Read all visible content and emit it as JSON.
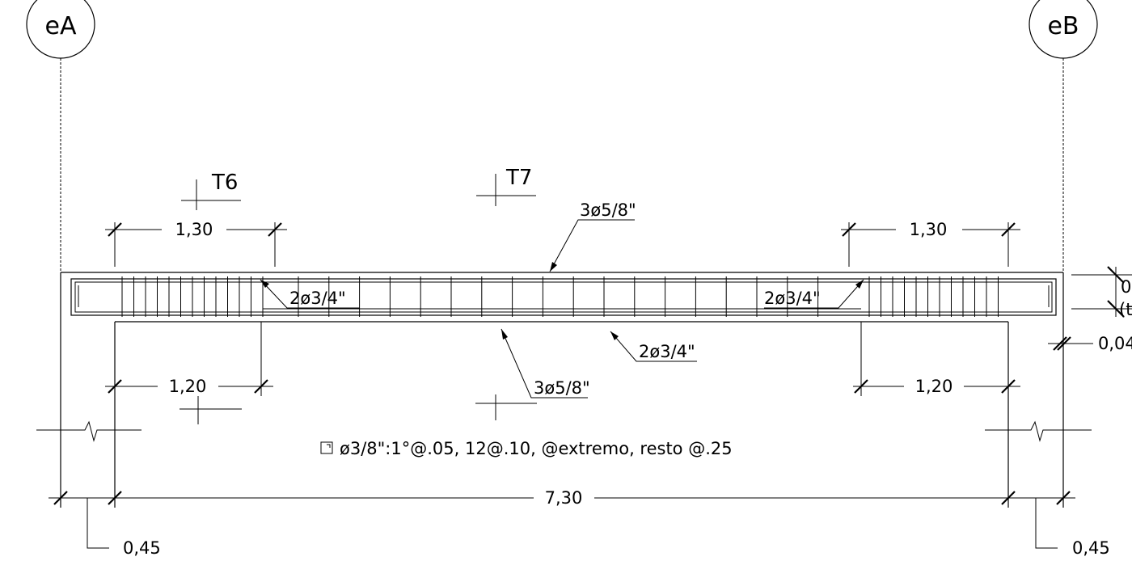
{
  "axes": {
    "left": "eA",
    "right": "eB"
  },
  "sections": {
    "left": "T6",
    "middle": "T7"
  },
  "dimensions": {
    "top_left": "1,30",
    "top_right": "1,30",
    "bottom_left": "1,20",
    "bottom_right": "1,20",
    "span": "7,30",
    "support_left": "0,45",
    "support_right": "0,45",
    "right_height": "0",
    "right_height_sub": "(t",
    "right_offset": "0,04"
  },
  "rebar": {
    "top_main": "3ø5/8\"",
    "top_extra_left": "2ø3/4\"",
    "top_extra_right": "2ø3/4\"",
    "bottom_main": "3ø5/8\"",
    "bottom_extra": "2ø3/4\""
  },
  "stirrup_note": {
    "symbol": "⌜",
    "text": "ø3/8\":1°@.05, 12@.10, @extremo, resto @.25"
  }
}
